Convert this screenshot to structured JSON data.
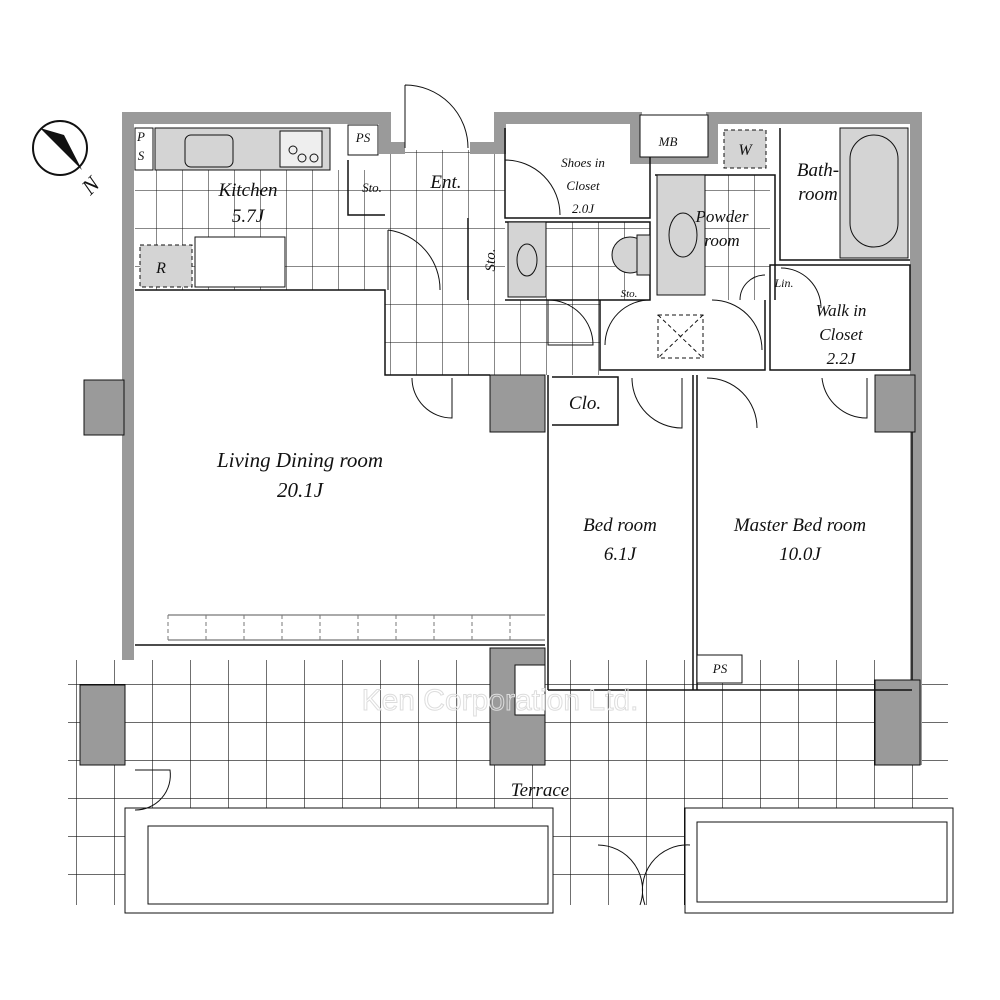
{
  "compass": {
    "direction": "N"
  },
  "rooms": {
    "kitchen": {
      "name": "Kitchen",
      "size": "5.7J"
    },
    "living": {
      "name": "Living Dining room",
      "size": "20.1J"
    },
    "entrance": {
      "name": "Ent."
    },
    "shoes": {
      "name1": "Shoes in",
      "name2": "Closet",
      "size": "2.0J"
    },
    "powder": {
      "name1": "Powder",
      "name2": "room"
    },
    "bath": {
      "name1": "Bath-",
      "name2": "room"
    },
    "walkin": {
      "name1": "Walk in",
      "name2": "Closet",
      "size": "2.2J"
    },
    "bedroom": {
      "name": "Bed room",
      "size": "6.1J"
    },
    "master": {
      "name": "Master Bed room",
      "size": "10.0J"
    },
    "closet": {
      "name": "Clo."
    },
    "terrace": {
      "name": "Terrace"
    }
  },
  "fixtures": {
    "ps_kitchen1": "P",
    "ps_kitchen2": "S",
    "ps_top": "PS",
    "ps_bottom": "PS",
    "mb": "MB",
    "washer": "W",
    "fridge": "R",
    "storage_ent": "Sto.",
    "storage_hall": "Sto.",
    "storage_small": "Sto.",
    "linen": "Lin."
  },
  "watermark": "Ken Corporation Ltd.",
  "colors": {
    "wall": "#9a9a9a",
    "fixture": "#d4d4d4",
    "line": "#111111"
  }
}
